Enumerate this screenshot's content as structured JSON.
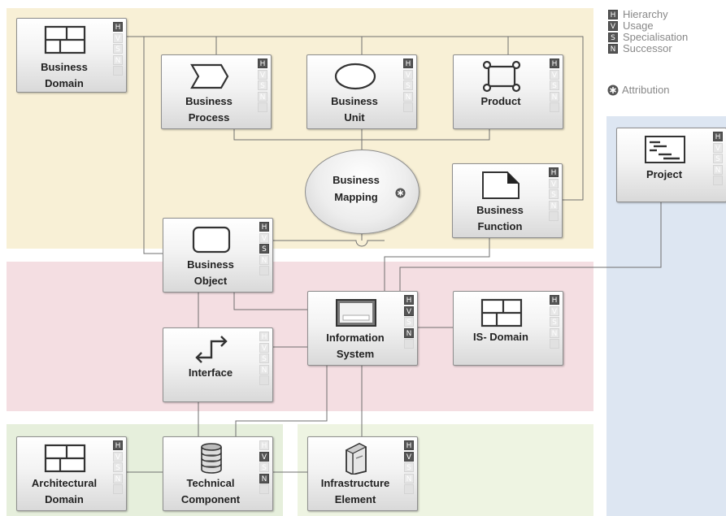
{
  "legend": {
    "items": [
      {
        "code": "H",
        "label": "Hierarchy"
      },
      {
        "code": "V",
        "label": "Usage"
      },
      {
        "code": "S",
        "label": "Specialisation"
      },
      {
        "code": "N",
        "label": "Successor"
      }
    ],
    "attribution": "Attribution"
  },
  "flag_codes": {
    "h": "H",
    "v": "V",
    "s": "S",
    "n": "N"
  },
  "nodes": {
    "business_domain": {
      "line1": "Business",
      "line2": "Domain",
      "active": [
        "H"
      ]
    },
    "business_process": {
      "line1": "Business",
      "line2": "Process",
      "active": [
        "H"
      ]
    },
    "business_unit": {
      "line1": "Business",
      "line2": "Unit",
      "active": [
        "H"
      ]
    },
    "product": {
      "line1": "Product",
      "line2": "",
      "active": [
        "H"
      ]
    },
    "business_mapping": {
      "line1": "Business",
      "line2": "Mapping"
    },
    "business_function": {
      "line1": "Business",
      "line2": "Function",
      "active": [
        "H"
      ]
    },
    "project": {
      "line1": "Project",
      "line2": "",
      "active": [
        "H"
      ]
    },
    "business_object": {
      "line1": "Business",
      "line2": "Object",
      "active": [
        "H",
        "S"
      ]
    },
    "information_system": {
      "line1": "Information",
      "line2": "System",
      "active": [
        "H",
        "V",
        "N"
      ]
    },
    "is_domain": {
      "line1": "IS- Domain",
      "line2": "",
      "active": [
        "H"
      ]
    },
    "interface": {
      "line1": "Interface",
      "line2": "",
      "active": []
    },
    "architectural_domain": {
      "line1": "Architectural",
      "line2": "Domain",
      "active": [
        "H"
      ]
    },
    "technical_component": {
      "line1": "Technical",
      "line2": "Component",
      "active": [
        "V",
        "N"
      ]
    },
    "infrastructure_element": {
      "line1": "Infrastructure",
      "line2": "Element",
      "active": [
        "H",
        "V"
      ]
    }
  },
  "colors": {
    "business_zone": "#f8f0d6",
    "is_zone": "#f4dee2",
    "technical_zone": "#e6efdc",
    "project_zone": "#dde6f2",
    "active_flag": "#555555",
    "inactive_flag": "#e7e7e7",
    "connector": "#6f6f6f"
  }
}
